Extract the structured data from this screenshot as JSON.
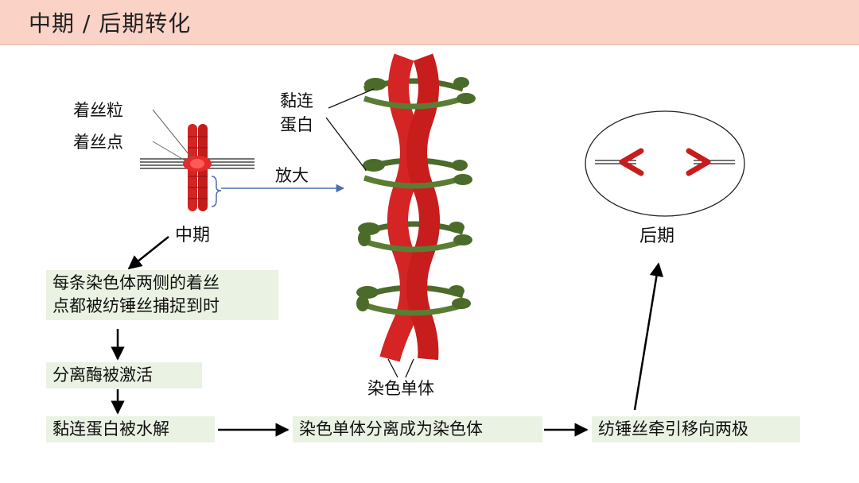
{
  "header": {
    "title": "中期 / 后期转化"
  },
  "labels": {
    "kinetochore_particle": "着丝粒",
    "kinetochore_point": "着丝点",
    "metaphase": "中期",
    "cohesin_line1": "黏连",
    "cohesin_line2": "蛋白",
    "magnify": "放大",
    "sister_chromatid": "染色单体",
    "anaphase": "后期"
  },
  "steps": {
    "s1_line1": "每条染色体两侧的着丝",
    "s1_line2": "点都被纺锤丝捕捉到时",
    "s2": "分离酶被激活",
    "s3": "黏连蛋白被水解",
    "s4": "染色单体分离成为染色体",
    "s5": "纺锤丝牵引移向两极"
  },
  "colors": {
    "header_bg": "#fbd3c6",
    "box_bg": "#eaf3e3",
    "chromosome_red": "#d42424",
    "cohesin_green": "#4b6b2a",
    "arrow_blue": "#4a6fb0"
  }
}
